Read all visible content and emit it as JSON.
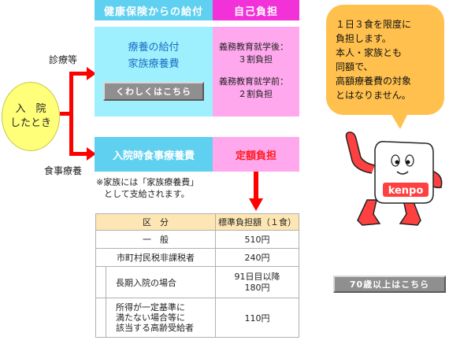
{
  "header": {
    "benefit_label": "健康保険からの給付",
    "burden_label": "自己負担"
  },
  "side": {
    "treatment_label": "診療等",
    "meals_label": "食事療養"
  },
  "hospital_circle": {
    "line1": "入　院",
    "line2": "したとき"
  },
  "treatment_box": {
    "title_line1": "療養の給付",
    "title_line2": "家族療養費",
    "detail_button": "くわしくはこちら",
    "burden_after_school_label": "義務教育就学後：",
    "burden_after_school_value": "３割負担",
    "burden_before_school_label": "義務教育就学前：",
    "burden_before_school_value": "２割負担"
  },
  "meal_box": {
    "title": "入院時食事療養費",
    "burden": "定額負担"
  },
  "note": {
    "line1": "※家族には「家族療養費」",
    "line2": "として支給されます。"
  },
  "cost_table": {
    "header_category": "区　分",
    "header_amount": "標準負担額（１食）",
    "rows": [
      {
        "category": "一　般",
        "amount": "510円"
      },
      {
        "category": "市町村民税非課税者",
        "amount": "240円"
      },
      {
        "category": "長期入院の場合",
        "amount_line1": "91日目以降",
        "amount_line2": "180円"
      },
      {
        "category_line1": "所得が一定基準に",
        "category_line2": "満たない場合等に",
        "category_line3": "該当する高齢受給者",
        "amount": "110円"
      }
    ]
  },
  "speech_bubble": {
    "line1": "１日３食を限度に",
    "line2": "負担します。",
    "line3": "本人・家族とも",
    "line4": "同額で、",
    "line5": "高額療養費の対象",
    "line6": "とはなりません。"
  },
  "mascot": {
    "logo_text": "kenpo"
  },
  "over70_button": "70歳以上はこちら",
  "colors": {
    "cyan": "#5fd0f0",
    "magenta": "#f232d8",
    "red": "#ff0000",
    "bubble": "#ffc04d",
    "table_header": "#fde6b4"
  }
}
